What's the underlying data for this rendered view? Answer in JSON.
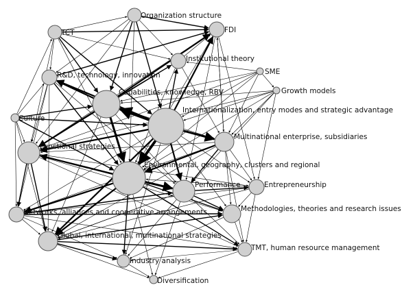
{
  "diagram": {
    "type": "network",
    "nodes": [
      {
        "id": "org",
        "label": "Organization structure",
        "size": "small"
      },
      {
        "id": "tct",
        "label": "TCT",
        "size": "small"
      },
      {
        "id": "fdi",
        "label": "FDI",
        "size": "small"
      },
      {
        "id": "inst",
        "label": "Institutional theory",
        "size": "small"
      },
      {
        "id": "rd",
        "label": "R&D, technology, innovation",
        "size": "small"
      },
      {
        "id": "sme",
        "label": "SME",
        "size": "tiny"
      },
      {
        "id": "growth",
        "label": "Growth models",
        "size": "tiny"
      },
      {
        "id": "cap",
        "label": "Capabilities, knowledge, RBV",
        "size": "large"
      },
      {
        "id": "intl",
        "label": "Internationalization, entry modes and strategic advantage",
        "size": "largest"
      },
      {
        "id": "culture",
        "label": "Culture",
        "size": "tiny"
      },
      {
        "id": "mne",
        "label": "Multinational enterprise, subsidiaries",
        "size": "medium"
      },
      {
        "id": "func",
        "label": "Functional strategies",
        "size": "medium"
      },
      {
        "id": "env",
        "label": "Environmental, geography, clusters and regional",
        "size": "largest"
      },
      {
        "id": "perf",
        "label": "Performance",
        "size": "medium"
      },
      {
        "id": "entre",
        "label": "Entrepreneurship",
        "size": "small"
      },
      {
        "id": "net",
        "label": "Networks, alliances and cooperative arrangements",
        "size": "small"
      },
      {
        "id": "meth",
        "label": "Methodologies, theories and research issues",
        "size": "small"
      },
      {
        "id": "glob",
        "label": "Global, international, multinational strategies",
        "size": "medium"
      },
      {
        "id": "tmt",
        "label": "TMT, human resource management",
        "size": "small"
      },
      {
        "id": "ind",
        "label": "Industry analysis",
        "size": "small"
      },
      {
        "id": "div",
        "label": "Diversification",
        "size": "tiny"
      }
    ]
  }
}
